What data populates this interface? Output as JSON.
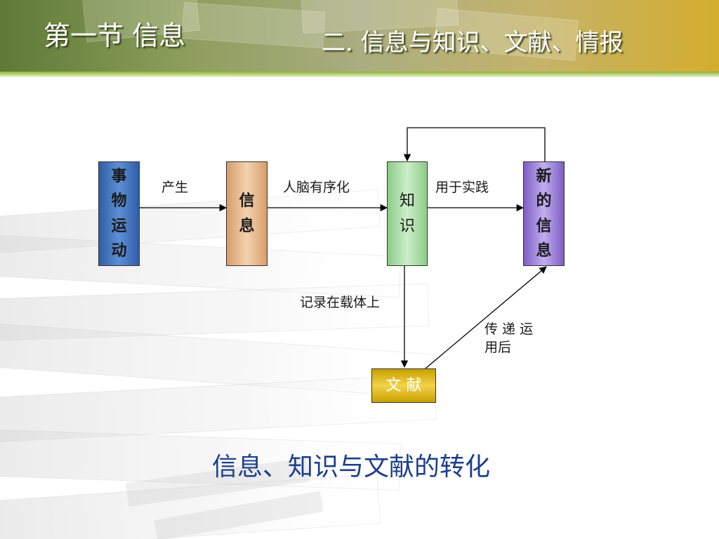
{
  "header": {
    "left_title": "第一节  信息",
    "right_title": "二. 信息与知识、文献、情报"
  },
  "diagram": {
    "nodes": {
      "event": {
        "label": "事物运动",
        "color": "#3f6fb5"
      },
      "info": {
        "label": "信息",
        "color": "#e8b98a"
      },
      "knowledge": {
        "label": "知识",
        "color": "#a9d9a4"
      },
      "new_info": {
        "label": "新的信息",
        "color": "#9b7fd4"
      },
      "literature": {
        "label": "文 献",
        "color": "#d9b000"
      }
    },
    "edges": {
      "produce": "产生",
      "ordering": "人脑有序化",
      "practice": "用于实践",
      "record": "记录在载体上",
      "transmit_line1": "传 递 运",
      "transmit_line2": "用后"
    }
  },
  "caption": "信息、知识与文献的转化"
}
